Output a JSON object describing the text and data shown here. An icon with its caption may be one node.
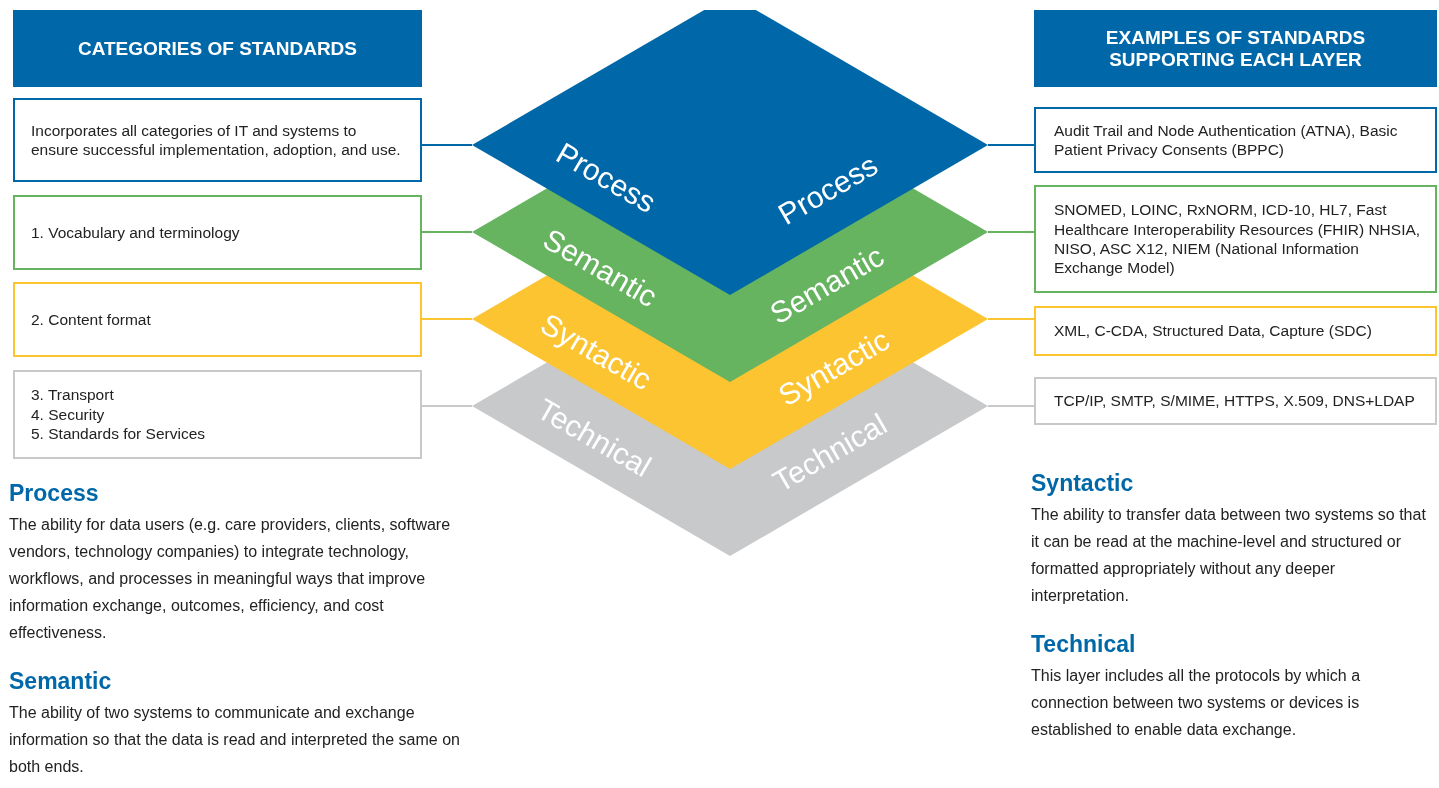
{
  "diagram": {
    "nodes": [
      {
        "text": [
          "CATEGORIES OF STANDARDS"
        ]
      },
      {
        "text": [
          "EXAMPLES OF STANDARDS SUPPORTING EACH LAYER"
        ]
      },
      {
        "text": [
          "Incorporates all categories of IT and systems to ensure successful implementation, adoption, and use."
        ]
      },
      {
        "text": [
          "1. Vocabulary and terminology"
        ]
      },
      {
        "text": [
          "2. Content format"
        ]
      },
      {
        "text": [
          "3. Transport",
          "4. Security",
          "5. Standards for Services"
        ]
      },
      {
        "text": [
          "Process",
          "Process"
        ]
      },
      {
        "text": [
          "Semantic",
          "Semantic"
        ]
      },
      {
        "text": [
          "Syntactic",
          "Syntactic"
        ]
      },
      {
        "text": [
          "Technical",
          "Technical"
        ]
      },
      {
        "text": [
          "Audit Trail and Node Authentication (ATNA), Basic Patient Privacy Consents (BPPC)"
        ]
      },
      {
        "text": [
          "SNOMED, LOINC, RxNORM, ICD-10, HL7, Fast Healthcare Interoperability Resources (FHIR) NHSIA, NISO, ASC X12, NIEM (National Information Exchange Model)"
        ]
      },
      {
        "text": [
          "XML, C-CDA, Structured Data, Capture (SDC)"
        ]
      },
      {
        "text": [
          "TCP/IP, SMTP, S/MIME, HTTPS, X.509, DNS+LDAP"
        ]
      }
    ],
    "edges": [
      {
        "from": 2,
        "to": 6,
        "arrow": "none",
        "color": "#0068a8"
      },
      {
        "from": 3,
        "to": 7,
        "arrow": "none",
        "color": "#66b360"
      },
      {
        "from": 4,
        "to": 8,
        "arrow": "none",
        "color": "#fcc431"
      },
      {
        "from": 5,
        "to": 9,
        "arrow": "none",
        "color": "#c8c9cb"
      },
      {
        "from": 6,
        "to": 10,
        "arrow": "none",
        "color": "#0068a8"
      },
      {
        "from": 7,
        "to": 11,
        "arrow": "none",
        "color": "#66b360"
      },
      {
        "from": 8,
        "to": 12,
        "arrow": "none",
        "color": "#fcc431"
      },
      {
        "from": 9,
        "to": 13,
        "arrow": "none",
        "color": "#c8c9cb"
      }
    ],
    "labels": [
      "Process",
      "The ability for data users (e.g. care providers, clients, software vendors, technology companies) to integrate technology, workflows, and processes in meaningful ways that improve information exchange, outcomes, efficiency, and cost effectiveness.",
      "Semantic",
      "The ability of two systems to communicate and exchange information so that the data is read and interpreted the same on both ends.",
      "Syntactic",
      "The ability to transfer data between two systems so that it can be read at the machine-level and structured or formatted appropriately without any deeper interpretation.",
      "Technical",
      "This layer includes all the protocols by which a connection between two systems or devices is established to enable data exchange."
    ]
  }
}
